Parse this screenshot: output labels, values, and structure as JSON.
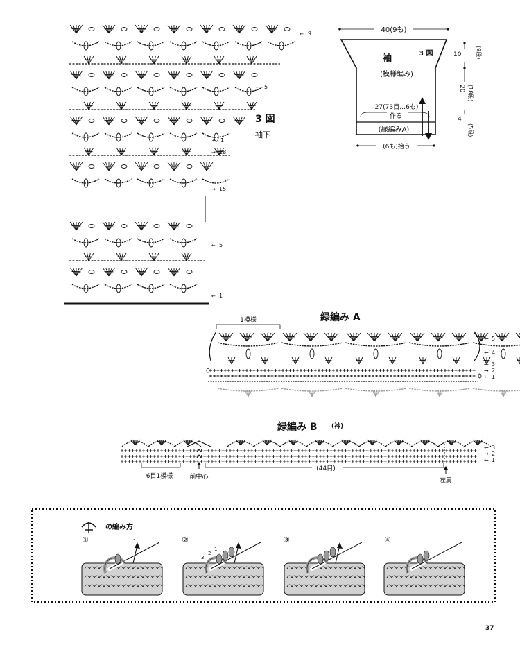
{
  "sleeve_chart": {
    "title": "3 図",
    "subtitle": "袖下",
    "row_marks": [
      "9",
      "5",
      "1",
      "18",
      "15",
      "5",
      "1"
    ]
  },
  "sleeve_schematic": {
    "title": "袖",
    "pattern": "(模様編み)",
    "figure_ref": "3 図",
    "top_width": "40(9も)",
    "cast_on_count": "27(73目…6も)",
    "cast_on_label": "作る",
    "border": "(緑編みA)",
    "bottom_pickup": "(6も)拾う",
    "dim1_value": "10",
    "dim1_rows": "(9段)",
    "dim2_value": "20",
    "dim2_rows": "(18段)",
    "dim3_value": "4",
    "dim3_rows": "(5段)"
  },
  "edging_a": {
    "title": "緑編み A",
    "repeat_label": "1模様",
    "row_marks": [
      "5",
      "4",
      "3",
      "2",
      "1"
    ]
  },
  "edging_b": {
    "title": "緑編み B",
    "note": "(衿)",
    "row_marks": [
      "3",
      "2",
      "1"
    ],
    "repeat_label": "6目1模様",
    "front_center": "前中心",
    "stitch_count": "(44目)",
    "left_shoulder": "左肩"
  },
  "howto": {
    "title": "の編み方",
    "steps": [
      "①",
      "②",
      "③",
      "④"
    ],
    "step_marks": [
      "1",
      "3",
      "2",
      "1"
    ]
  },
  "page_number": "37",
  "colors": {
    "ink": "#111111",
    "yarn_gray": "#9a9a9a",
    "fabric_gray": "#d2d2d2"
  }
}
